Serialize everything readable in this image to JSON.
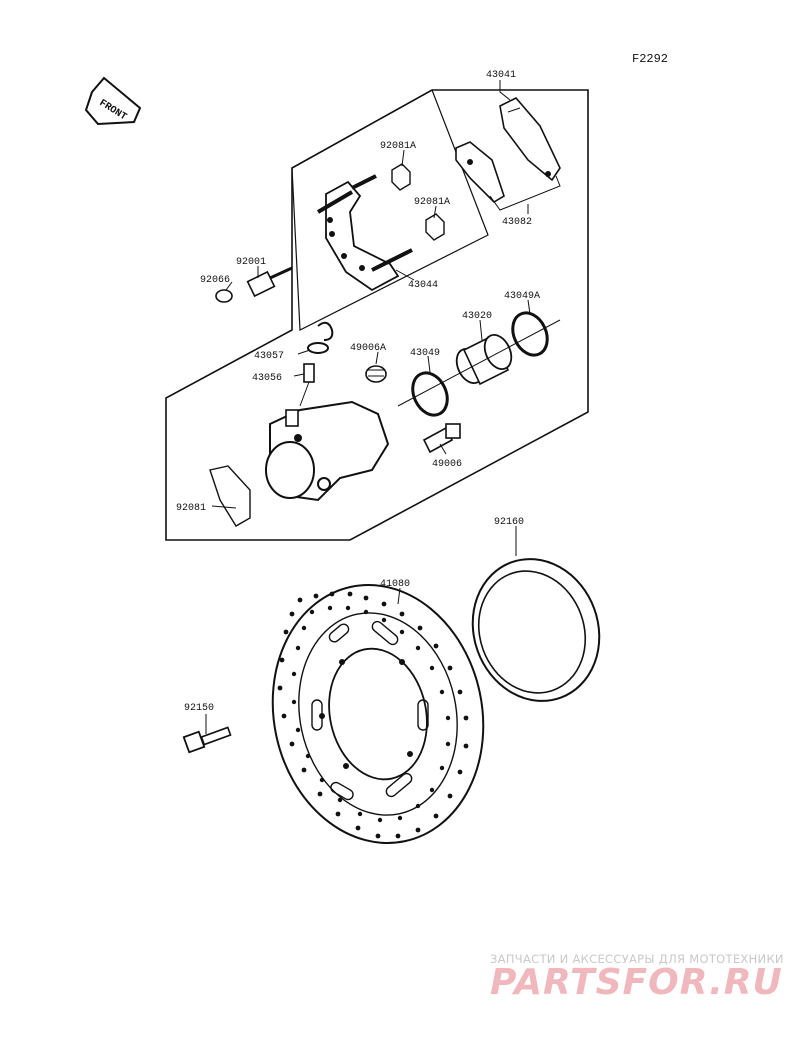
{
  "figure_id": "F2292",
  "front_arrow_text": "FRONT",
  "parts": {
    "p43041": "43041",
    "p92081A_1": "92081A",
    "p92081A_2": "92081A",
    "p43082": "43082",
    "p92001": "92001",
    "p92066": "92066",
    "p43044": "43044",
    "p43049A": "43049A",
    "p43020": "43020",
    "p43057": "43057",
    "p49006A": "49006A",
    "p43049": "43049",
    "p43056": "43056",
    "p49006": "49006",
    "p92081": "92081",
    "p92160": "92160",
    "p41080": "41080",
    "p92150": "92150"
  },
  "watermark": {
    "tagline": "ЗАПЧАСТИ И АКСЕССУАРЫ ДЛЯ МОТОТЕХНИКИ",
    "brand": "PARTSFOR.RU"
  }
}
